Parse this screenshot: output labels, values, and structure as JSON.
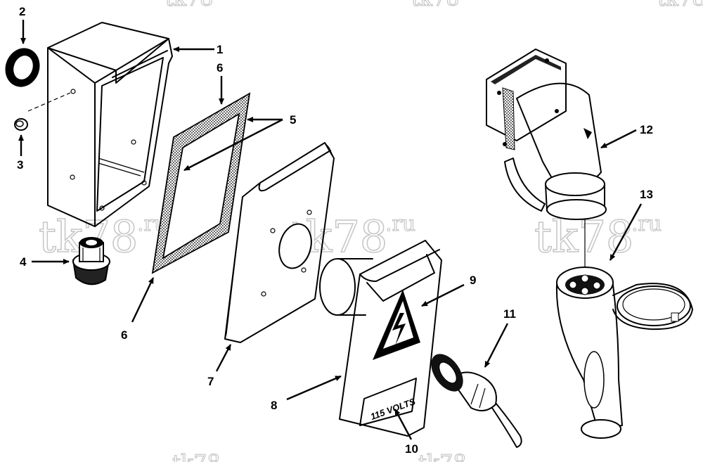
{
  "watermark": {
    "text": "tk78",
    "suffix": ".ru",
    "color": "#c8c8c8"
  },
  "sign": {
    "voltage_label": "115 VOLTS"
  },
  "callouts": [
    {
      "id": "1",
      "label": "1"
    },
    {
      "id": "2",
      "label": "2"
    },
    {
      "id": "3",
      "label": "3"
    },
    {
      "id": "4",
      "label": "4"
    },
    {
      "id": "5",
      "label": "5"
    },
    {
      "id": "6a",
      "label": "6"
    },
    {
      "id": "6b",
      "label": "6"
    },
    {
      "id": "7",
      "label": "7"
    },
    {
      "id": "8",
      "label": "8"
    },
    {
      "id": "9",
      "label": "9"
    },
    {
      "id": "10",
      "label": "10"
    },
    {
      "id": "11",
      "label": "11"
    },
    {
      "id": "12",
      "label": "12"
    },
    {
      "id": "13",
      "label": "13"
    }
  ]
}
